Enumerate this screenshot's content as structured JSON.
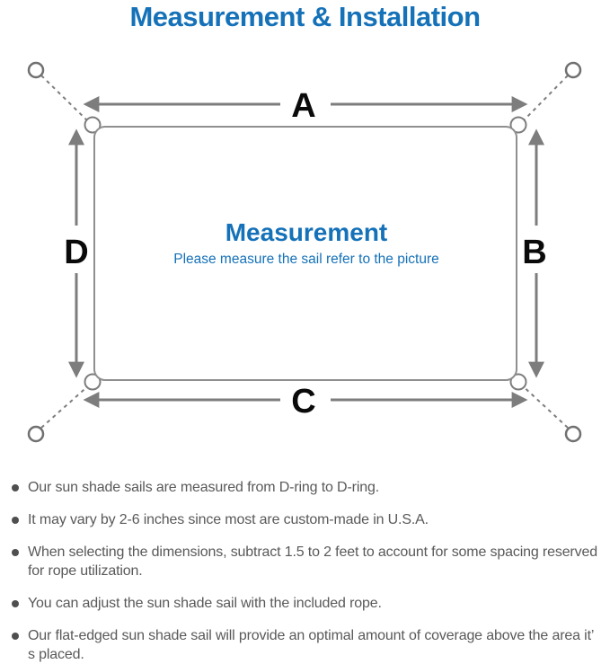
{
  "title": "Measurement & Installation",
  "colors": {
    "title_blue": "#1571b8",
    "diagram_gray": "#7d7d7d",
    "label_black": "#0a0a0a",
    "note_gray": "#595959"
  },
  "diagram": {
    "labels": {
      "top": "A",
      "right": "B",
      "bottom": "C",
      "left": "D"
    },
    "center_title": "Measurement",
    "center_subtitle": "Please measure the sail refer to the picture"
  },
  "notes": {
    "items": [
      "Our sun shade sails are measured from D-ring to D-ring.",
      "It may vary by 2-6 inches since most are custom-made in U.S.A.",
      "When selecting the dimensions, subtract 1.5 to 2 feet to account for some spacing reserved for rope utilization.",
      "You can adjust the sun shade sail with the included rope.",
      "Our flat-edged sun shade sail will provide an optimal amount of coverage above the area it’ s placed."
    ]
  }
}
